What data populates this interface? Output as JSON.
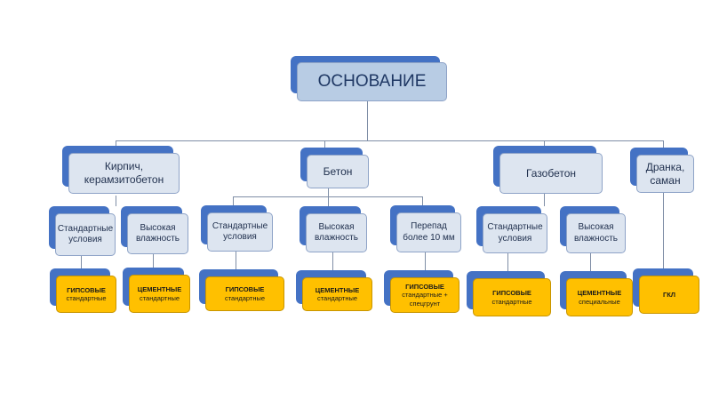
{
  "diagram": {
    "root": {
      "label": "ОСНОВАНИЕ"
    },
    "categories": {
      "brick": {
        "label": "Кирпич, керамзитобетон"
      },
      "concrete": {
        "label": "Бетон"
      },
      "aerated": {
        "label": "Газобетон"
      },
      "lath": {
        "label": "Дранка, саман"
      }
    },
    "conditions": {
      "brick_std": {
        "label": "Стандартные условия"
      },
      "brick_humid": {
        "label": "Высокая влажность"
      },
      "concrete_std": {
        "label": "Стандартные условия"
      },
      "concrete_humid": {
        "label": "Высокая влажность"
      },
      "concrete_drop": {
        "label": "Перепад более 10 мм"
      },
      "aerated_std": {
        "label": "Стандартные условия"
      },
      "aerated_humid": {
        "label": "Высокая влажность"
      }
    },
    "plasters": {
      "brick_std": {
        "title": "ГИПСОВЫЕ",
        "subtitle": "стандартные"
      },
      "brick_humid": {
        "title": "ЦЕМЕНТНЫЕ",
        "subtitle": "стандартные"
      },
      "concrete_std": {
        "title": "ГИПСОВЫЕ",
        "subtitle": "стандартные"
      },
      "concrete_humid": {
        "title": "ЦЕМЕНТНЫЕ",
        "subtitle": "стандартные"
      },
      "concrete_drop": {
        "title": "ГИПСОВЫЕ",
        "subtitle": "стандартные + спецгрунт"
      },
      "aerated_std": {
        "title": "ГИПСОВЫЕ",
        "subtitle": "стандартные"
      },
      "aerated_humid": {
        "title": "ЦЕМЕНТНЫЕ",
        "subtitle": "специальные"
      },
      "lath": {
        "title": "ГКЛ",
        "subtitle": ""
      }
    },
    "colors": {
      "shadow_blue": "#4472c4",
      "box_light": "#dde5f0",
      "root_fill": "#b8cce4",
      "leaf_fill": "#ffc000",
      "connector": "#7f8ea6"
    }
  }
}
